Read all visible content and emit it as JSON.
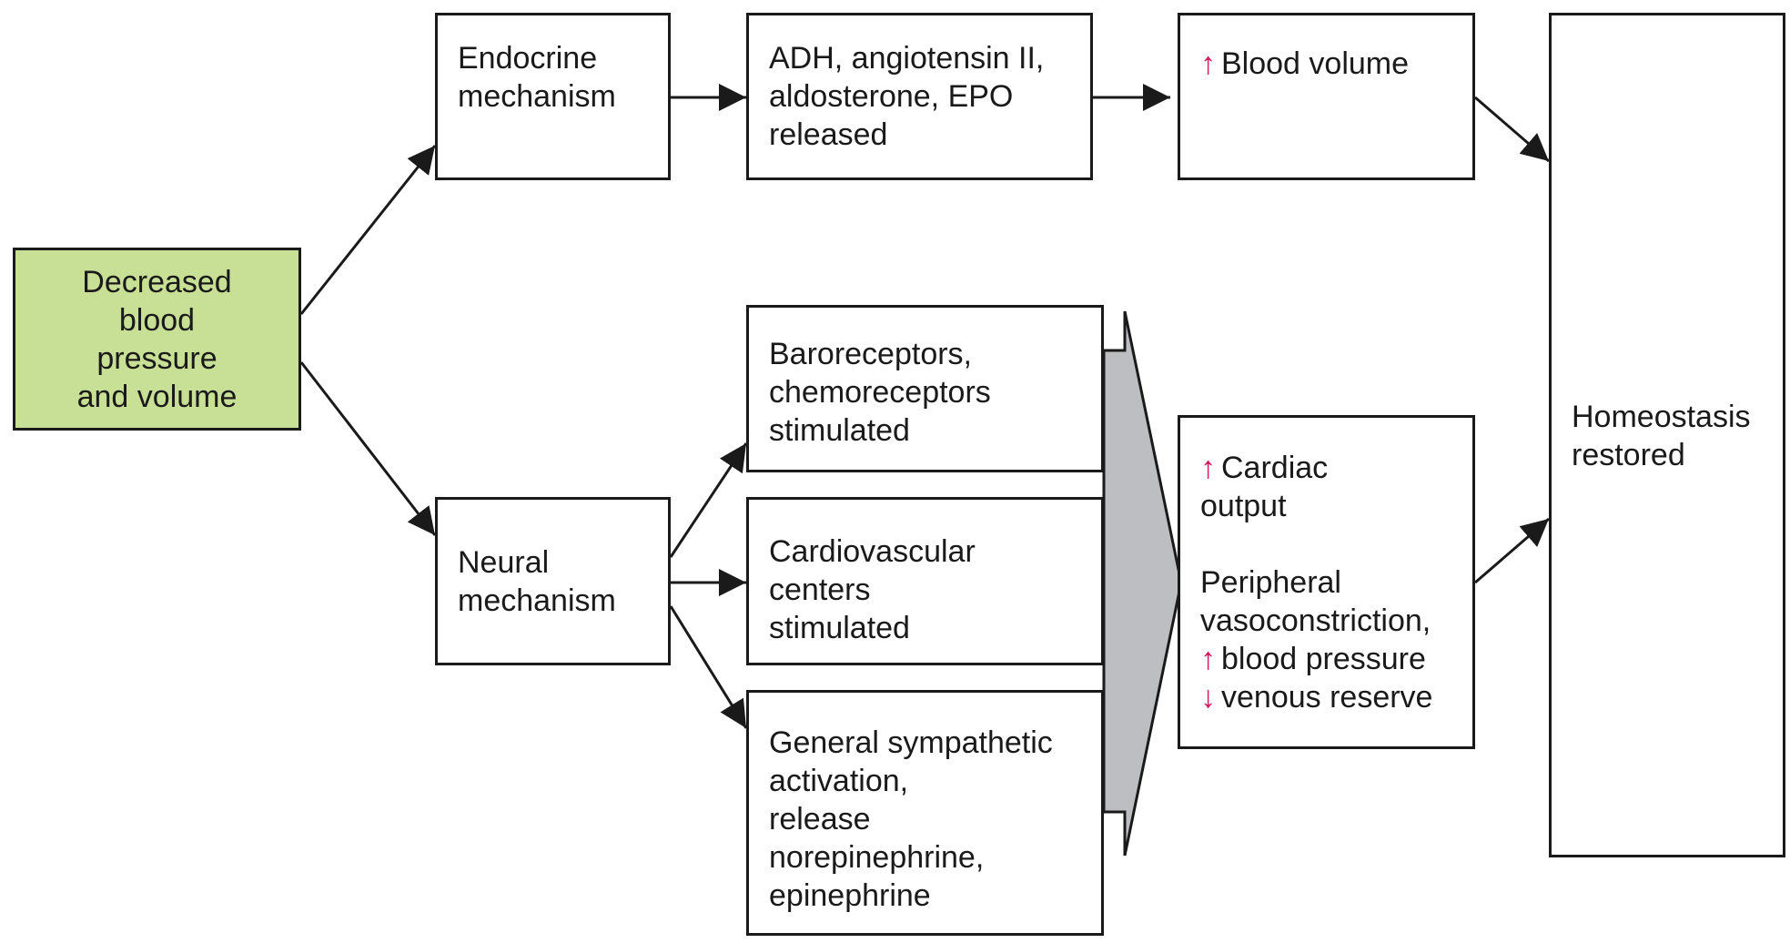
{
  "colors": {
    "start_fill": "#c8df96",
    "funnel_fill": "#bdbec1",
    "arrow_accent": "#d4145a",
    "stroke": "#1a1a1a"
  },
  "nodes": {
    "start": {
      "lines": [
        "Decreased",
        "blood",
        "pressure",
        "and volume"
      ]
    },
    "endocrine": {
      "lines": [
        "Endocrine",
        "mechanism"
      ]
    },
    "hormones": {
      "lines": [
        "ADH, angiotensin II,",
        "aldosterone, EPO",
        "released"
      ]
    },
    "blood_volume": {
      "arrow": "↑",
      "text": "Blood volume"
    },
    "neural": {
      "lines": [
        "Neural",
        "mechanism"
      ]
    },
    "receptors": {
      "lines": [
        "Baroreceptors,",
        "chemoreceptors",
        "stimulated"
      ]
    },
    "cardio_centers": {
      "lines": [
        "Cardiovascular",
        "centers",
        "stimulated"
      ]
    },
    "sympathetic": {
      "lines": [
        "General sympathetic",
        "activation,",
        "release",
        "norepinephrine,",
        "epinephrine"
      ]
    },
    "effects": {
      "cardiac_arrow": "↑",
      "cardiac_text": "Cardiac",
      "cardiac_text2": "output",
      "peripheral_line1": "Peripheral",
      "peripheral_line2": "vasoconstriction,",
      "bp_arrow": "↑",
      "bp_text": "blood pressure",
      "venous_arrow": "↓",
      "venous_text": "venous reserve"
    },
    "homeostasis": {
      "lines": [
        "Homeostasis",
        "restored"
      ]
    }
  }
}
